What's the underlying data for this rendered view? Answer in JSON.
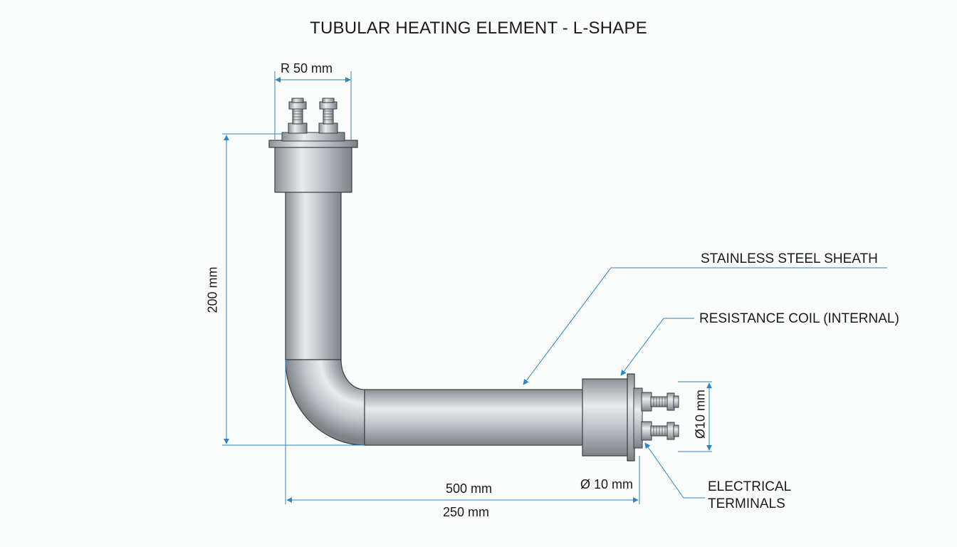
{
  "title": "TUBULAR HEATING ELEMENT - L-SHAPE",
  "dimensions": {
    "top_width": "R 50 mm",
    "height": "200 mm",
    "length": "500 mm",
    "length_sub": "250 mm",
    "end_diameter": "Ø 10 mm",
    "terminal_diameter": "Ø10 mm"
  },
  "callouts": {
    "sheath": "STAINLESS STEEL SHEATH",
    "coil": "RESISTANCE COIL (INTERNAL)",
    "terminals_line1": "ELECTRICAL",
    "terminals_line2": "TERMINALS"
  },
  "colors": {
    "dimension_line": "#2f86c2",
    "steel_dark": "#8e9398",
    "steel_light": "#e8eaec",
    "outline": "#3a3d40"
  }
}
